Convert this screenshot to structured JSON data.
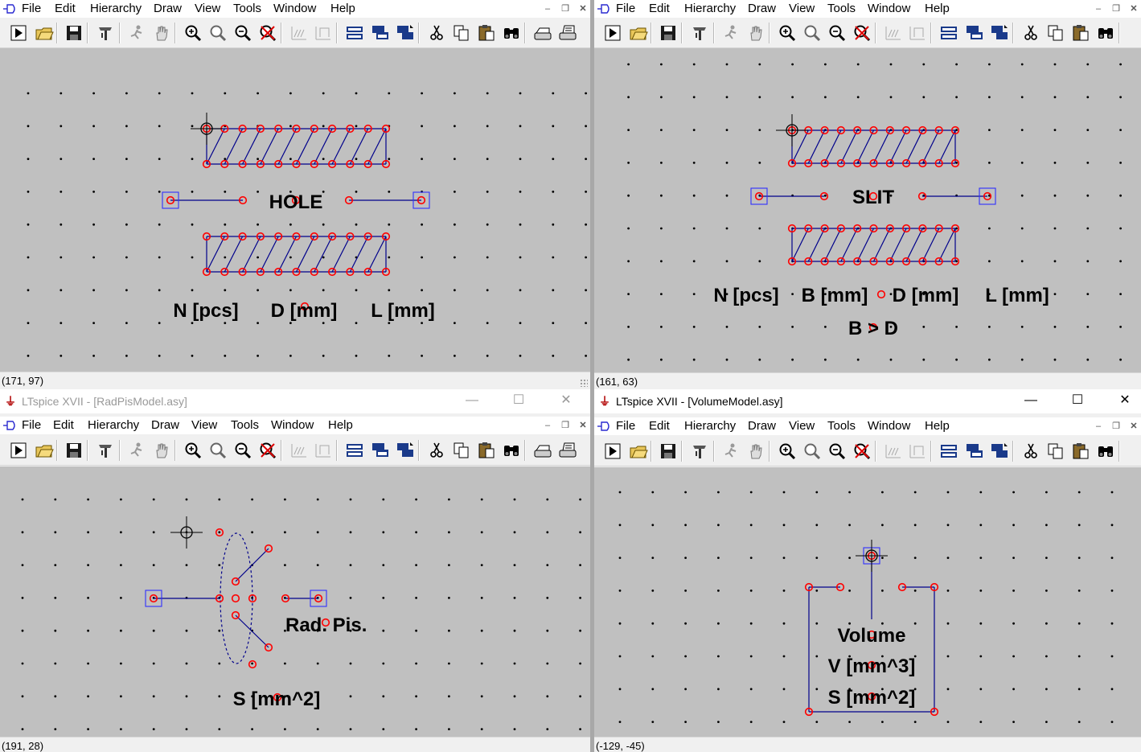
{
  "menu": [
    "File",
    "Edit",
    "Hierarchy",
    "Draw",
    "View",
    "Tools",
    "Window",
    "Help"
  ],
  "toolbar_icons": [
    "run-icon",
    "open-icon",
    "save-icon",
    "control-panel-icon",
    "halt-icon",
    "pan-icon",
    "zoom-in-icon",
    "zoom-fit-icon",
    "zoom-out-icon",
    "autorange-icon",
    "tile-icon",
    "cascade-icon",
    "tile-vertical-icon",
    "tile-horizontal-icon",
    "move-window-icon",
    "cut-icon",
    "copy-icon",
    "paste-icon",
    "find-icon",
    "print-setup-icon",
    "print-icon"
  ],
  "colors": {
    "wire": "#00008b",
    "pin": "#ff0000",
    "canvas": "#c0c0c0",
    "grid": "#000000"
  },
  "windows": {
    "hole": {
      "status": "(171, 97)",
      "labels": {
        "title": "HOLE",
        "n": "N [pcs]",
        "d": "D [mm]",
        "l": "L [mm]"
      }
    },
    "slit": {
      "status": "(161, 63)",
      "labels": {
        "title": "SLIT",
        "n": "N [pcs]",
        "b": "B [mm]",
        "d": "D [mm]",
        "l": "L [mm]",
        "cond": "B > D"
      }
    },
    "radpis": {
      "app_title": "LTspice XVII - [RadPisModel.asy]",
      "status": "(191, 28)",
      "labels": {
        "title": "Rad. Pis.",
        "s": "S [mm^2]"
      }
    },
    "volume": {
      "app_title": "LTspice XVII - [VolumeModel.asy]",
      "status": "(-129, -45)",
      "labels": {
        "title": "Volume",
        "v": "V [mm^3]",
        "s": "S [mm^2]"
      }
    }
  },
  "caption_buttons": {
    "minimize": "—",
    "maximize": "☐",
    "close": "✕"
  },
  "mdi_buttons": {
    "minimize": "–",
    "restore": "❐",
    "close": "✕"
  }
}
